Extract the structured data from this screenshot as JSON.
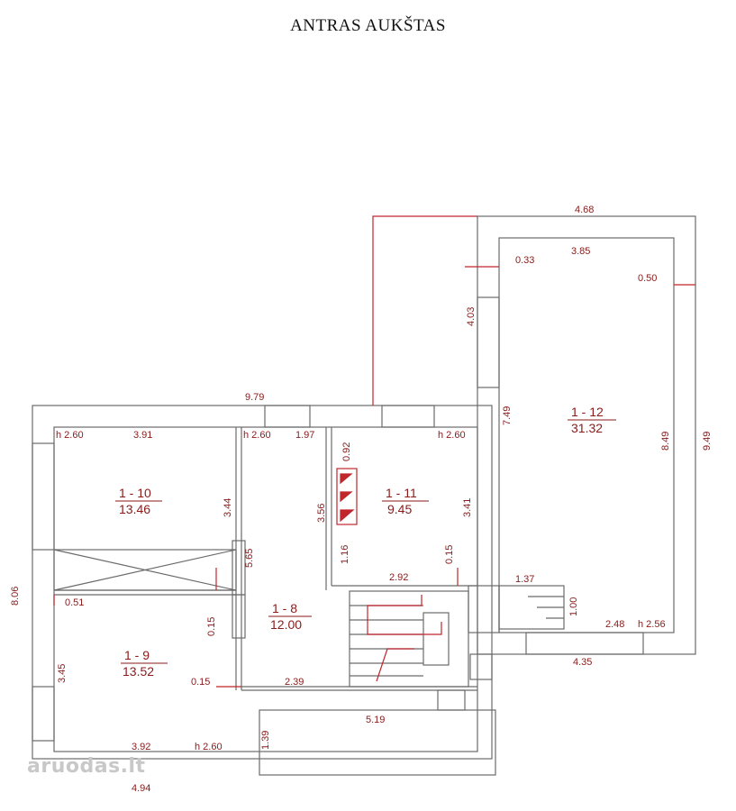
{
  "title": "ANTRAS AUKŠTAS",
  "rooms": [
    {
      "id": "1 - 10",
      "area": "13.46"
    },
    {
      "id": "1 - 11",
      "area": "9.45"
    },
    {
      "id": "1 - 12",
      "area": "31.32"
    },
    {
      "id": "1 - 8",
      "area": "12.00"
    },
    {
      "id": "1 - 9",
      "area": "13.52"
    }
  ],
  "dimensions": {
    "d_4_68": "4.68",
    "d_3_85": "3.85",
    "d_0_33": "0.33",
    "d_0_50": "0.50",
    "d_4_03": "4.03",
    "d_9_79": "9.79",
    "d_7_49": "7.49",
    "d_8_49": "8.49",
    "d_9_49": "9.49",
    "h_260_a": "h 2.60",
    "d_3_91": "3.91",
    "h_260_b": "h 2.60",
    "d_1_97": "1.97",
    "d_0_92": "0.92",
    "h_260_c": "h 2.60",
    "d_3_44": "3.44",
    "d_3_56": "3.56",
    "d_3_41": "3.41",
    "d_5_65": "5.65",
    "d_1_16": "1.16",
    "d_0_15_a": "0.15",
    "d_2_92": "2.92",
    "d_1_37": "1.37",
    "d_8_06": "8.06",
    "d_0_51": "0.51",
    "d_1_00": "1.00",
    "d_0_15_b": "0.15",
    "d_2_48": "2.48",
    "h_256": "h 2.56",
    "d_4_35": "4.35",
    "d_3_45": "3.45",
    "d_0_15_c": "0.15",
    "d_2_39": "2.39",
    "d_5_19": "5.19",
    "d_1_39": "1.39",
    "d_3_92": "3.92",
    "h_260_d": "h 2.60",
    "d_4_94": "4.94"
  },
  "watermark": "aruodas.lt",
  "colors": {
    "wall": "#6b6b6b",
    "dim": "#8b1a1a",
    "accent": "#c0262b"
  }
}
